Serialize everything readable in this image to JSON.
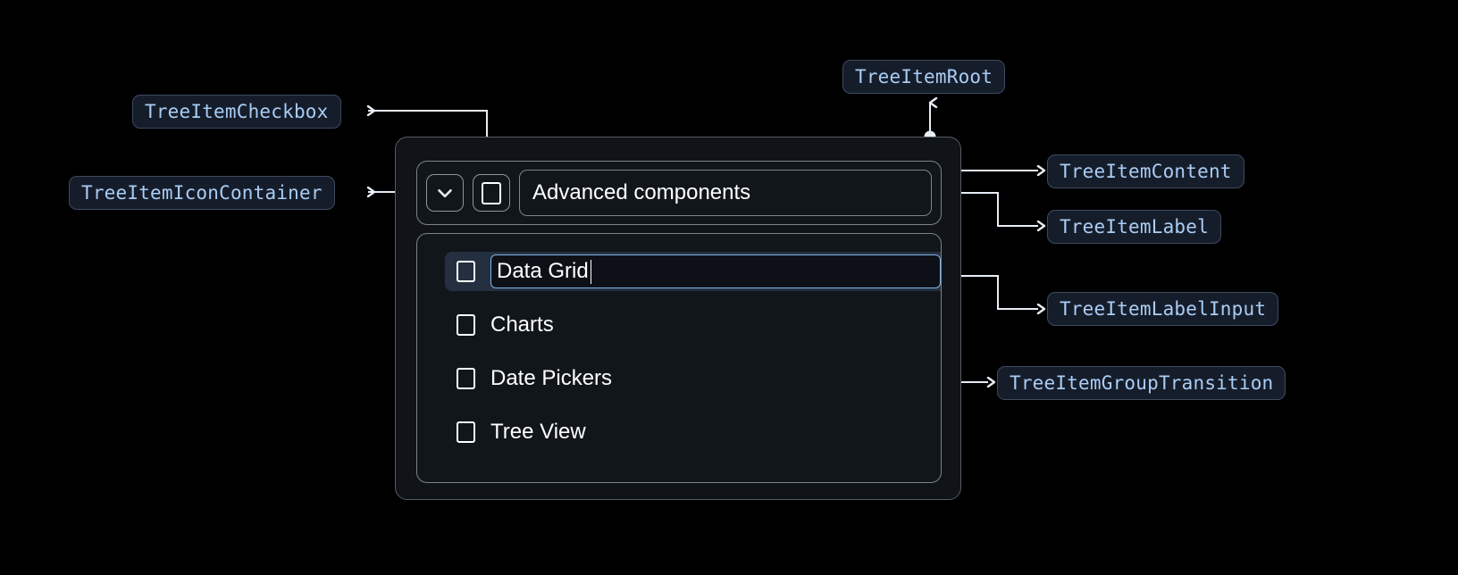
{
  "theme": {
    "background": "#000000",
    "badge_bg": "#161d2a",
    "badge_border": "#3c4a60",
    "badge_text": "#a9cdf5",
    "panel_bg": "#101418",
    "panel_border": "#555c63",
    "inner_border": "#7b838b",
    "selected_row_bg": "#243040",
    "input_focus_border": "#82b6e8",
    "connector_color": "#e8eef6",
    "text_color": "#ffffff"
  },
  "annotations": [
    {
      "id": "tree-item-checkbox",
      "label": "TreeItemCheckbox"
    },
    {
      "id": "tree-item-icon-container",
      "label": "TreeItemIconContainer"
    },
    {
      "id": "tree-item-root",
      "label": "TreeItemRoot"
    },
    {
      "id": "tree-item-content",
      "label": "TreeItemContent"
    },
    {
      "id": "tree-item-label",
      "label": "TreeItemLabel"
    },
    {
      "id": "tree-item-label-input",
      "label": "TreeItemLabelInput"
    },
    {
      "id": "tree-item-group-transition",
      "label": "TreeItemGroupTransition"
    }
  ],
  "tree": {
    "expand_icon": "chevron-down-icon",
    "root_checkbox_checked": false,
    "root_label": "Advanced components",
    "children": [
      {
        "label": "Data Grid",
        "checked": false,
        "editing": true
      },
      {
        "label": "Charts",
        "checked": false,
        "editing": false
      },
      {
        "label": "Date Pickers",
        "checked": false,
        "editing": false
      },
      {
        "label": "Tree View",
        "checked": false,
        "editing": false
      }
    ]
  }
}
